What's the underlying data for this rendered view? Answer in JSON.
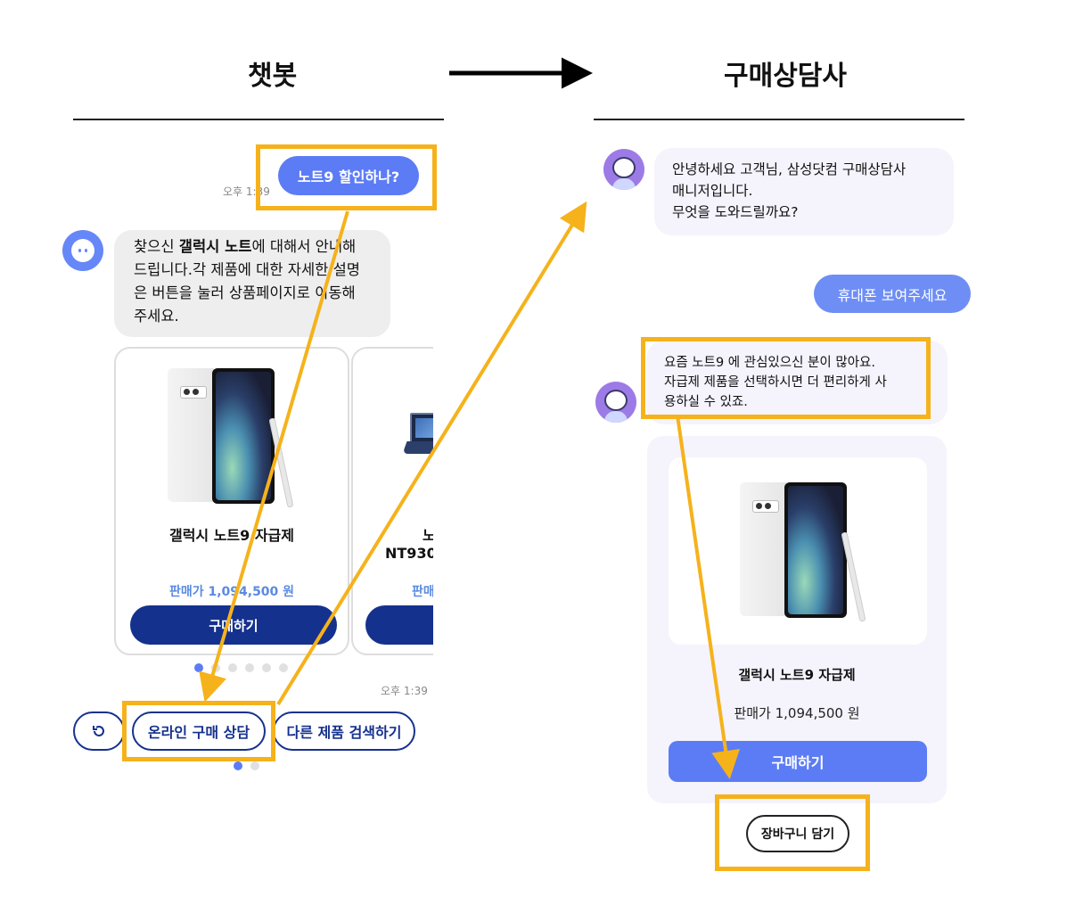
{
  "headings": {
    "left": "챗봇",
    "right": "구매상담사"
  },
  "chatbot": {
    "user_message": "노트9 할인하나?",
    "user_time": "오후 1:39",
    "bot_message_pre": "찾으신 ",
    "bot_message_bold": "갤럭시 노트",
    "bot_message_post": "에 대해서 안내해 드립니다.각 제품에 대한 자세한 설명은 버튼을 눌러 상품페이지로 이동해 주세요.",
    "cards": [
      {
        "name": "갤럭시 노트9 자급제",
        "price": "판매가 1,094,500 원",
        "button": "구매하기"
      },
      {
        "name": "노",
        "name2": "NT930",
        "price": "판매",
        "button": ""
      }
    ],
    "bot_time": "오후 1:39",
    "carousel": {
      "count": 6,
      "active": 0
    },
    "quick_actions": {
      "refresh_icon": "refresh-icon",
      "online_consult": "온라인 구매 상담",
      "search_other": "다른 제품 검색하기"
    },
    "quick_dots": {
      "count": 2,
      "active": 0
    }
  },
  "consultant": {
    "greeting": [
      "안녕하세요 고객님, 삼성닷컴 구매상담사",
      "매니저입니다.",
      "무엇을 도와드릴까요?"
    ],
    "user_message": "휴대폰 보여주세요",
    "reply": [
      "요즘 노트9 에 관심있으신 분이 많아요.",
      "자급제 제품을 선택하시면 더 편리하게 사",
      "용하실 수 있죠."
    ],
    "product": {
      "name": "갤럭시 노트9 자급제",
      "price": "판매가 1,094,500 원",
      "buy_button": "구매하기",
      "cart_button": "장바구니 담기"
    }
  },
  "colors": {
    "highlight": "#f5b21b",
    "accent": "#5c7cf5",
    "navy": "#15318e"
  }
}
